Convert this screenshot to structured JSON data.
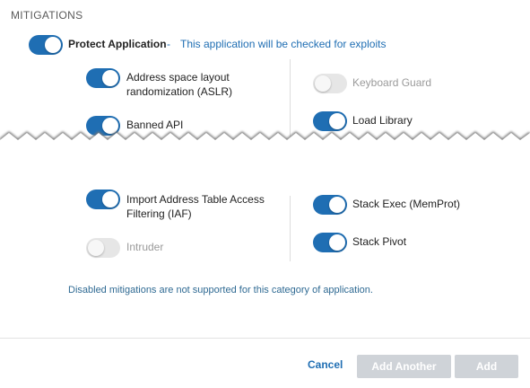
{
  "section": {
    "title": "MITIGATIONS"
  },
  "protect": {
    "label": "Protect Application",
    "dash": "-",
    "description": "This application will be checked for exploits",
    "enabled": true
  },
  "mitigations": {
    "aslr": {
      "line1": "Address space layout",
      "line2": "randomization (ASLR)",
      "enabled": true
    },
    "keyboard_guard": {
      "label": "Keyboard Guard",
      "enabled": false
    },
    "banned_api": {
      "label": "Banned API",
      "enabled": true
    },
    "load_library": {
      "label": "Load Library",
      "enabled": true
    },
    "iaf": {
      "line1": "Import Address Table Access",
      "line2": "Filtering (IAF)",
      "enabled": true
    },
    "stack_exec": {
      "label": "Stack Exec (MemProt)",
      "enabled": true
    },
    "intruder": {
      "label": "Intruder",
      "enabled": false
    },
    "stack_pivot": {
      "label": "Stack Pivot",
      "enabled": true
    }
  },
  "note": "Disabled mitigations are not supported for this category of application.",
  "footer": {
    "cancel_label": "Cancel",
    "add_another_label": "Add Another",
    "add_label": "Add"
  },
  "colors": {
    "accent": "#1f6eb3",
    "toggle_off": "#e6e6e6",
    "button_disabled": "#cfd3d8"
  }
}
